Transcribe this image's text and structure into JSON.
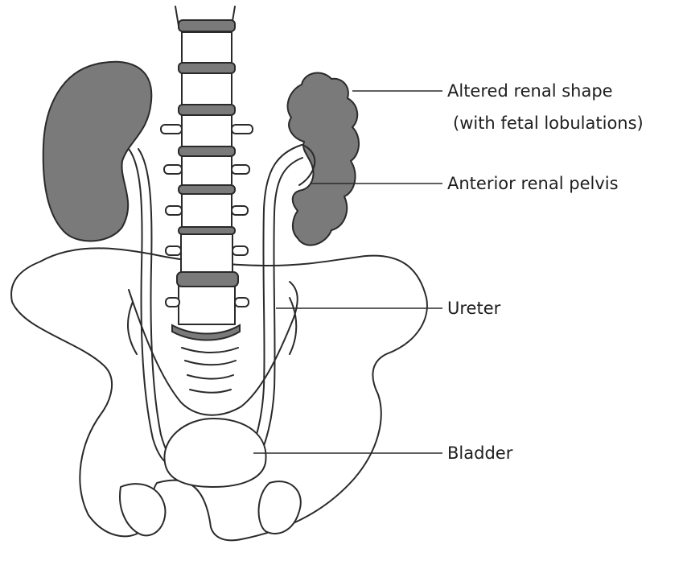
{
  "labels": {
    "renal_shape_line1": "Altered renal shape",
    "renal_shape_line2": "(with fetal lobulations)",
    "pelvis": "Anterior renal pelvis",
    "ureter": "Ureter",
    "bladder": "Bladder"
  },
  "colors": {
    "organ_fill": "#7a7a7a",
    "outline": "#2a2a2a",
    "background": "#ffffff"
  }
}
